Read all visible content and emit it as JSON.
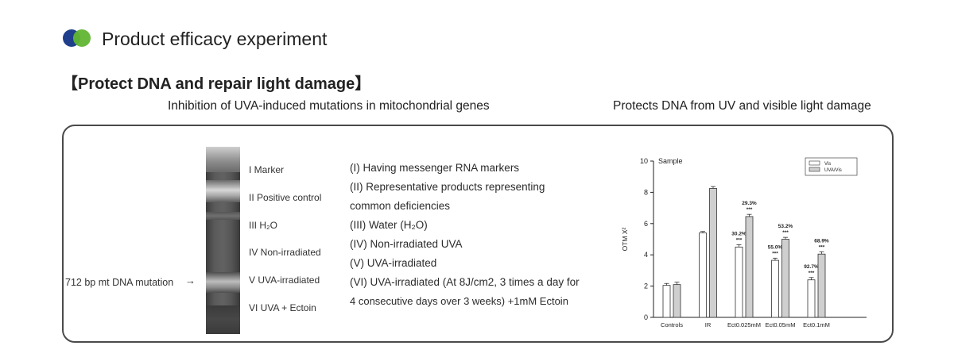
{
  "header": {
    "section_title": "Product efficacy experiment",
    "subtitle": "【Protect DNA and repair light damage】",
    "left_caption": "Inhibition of UVA-induced mutations in mitochondrial genes",
    "right_caption": "Protects DNA from UV and visible light damage",
    "accent_colors": {
      "dot_blue": "#1f3f8c",
      "dot_green": "#61b531"
    }
  },
  "gel": {
    "lanes": [
      "I Marker",
      "II Positive control",
      "III H₂O",
      "IV Non-irradiated",
      "V UVA-irradiated",
      "VI UVA + Ectoin"
    ],
    "mutation_label": "712 bp mt DNA mutation",
    "arrow_glyph": "→"
  },
  "descriptions": [
    "(I)  Having messenger RNA markers",
    "(II)  Representative products representing",
    "common deficiencies",
    "(III)  Water (H₂O)",
    "(IV)  Non-irradiated UVA",
    "(V)  UVA-irradiated",
    "(VI)  UVA-irradiated (At 8J/cm2, 3 times a day for",
    " 4 consecutive days over 3 weeks) +1mM Ectoin"
  ],
  "chart_data": {
    "type": "bar",
    "title": "Sample",
    "ylabel": "OTM X²",
    "xlabel": "",
    "ylim": [
      0,
      10
    ],
    "yticks": [
      0,
      2,
      4,
      6,
      8,
      10
    ],
    "categories": [
      "Controls",
      "IR",
      "Ect0.025mM",
      "Ect0.05mM",
      "Ect0.1mM"
    ],
    "series": [
      {
        "name": "Vis",
        "color": "#ffffff",
        "values": [
          2.05,
          5.4,
          4.5,
          3.65,
          2.4
        ],
        "errors": [
          0.12,
          0.1,
          0.15,
          0.14,
          0.15
        ]
      },
      {
        "name": "UVA/Vis",
        "color": "#cfcfcf",
        "values": [
          2.1,
          8.25,
          6.45,
          5.0,
          4.05
        ],
        "errors": [
          0.15,
          0.12,
          0.14,
          0.12,
          0.15
        ]
      }
    ],
    "annotations": [
      {
        "category": "Ect0.025mM",
        "series": "Vis",
        "percent": "30.2%",
        "stars": "***"
      },
      {
        "category": "Ect0.025mM",
        "series": "UVA/Vis",
        "percent": "29.3%",
        "stars": "***"
      },
      {
        "category": "Ect0.05mM",
        "series": "Vis",
        "percent": "55.0%",
        "stars": "***"
      },
      {
        "category": "Ect0.05mM",
        "series": "UVA/Vis",
        "percent": "53.2%",
        "stars": "***"
      },
      {
        "category": "Ect0.1mM",
        "series": "Vis",
        "percent": "92.7%",
        "stars": "***"
      },
      {
        "category": "Ect0.1mM",
        "series": "UVA/Vis",
        "percent": "68.9%",
        "stars": "***"
      }
    ],
    "legend_position": "top-right",
    "grid": false
  }
}
